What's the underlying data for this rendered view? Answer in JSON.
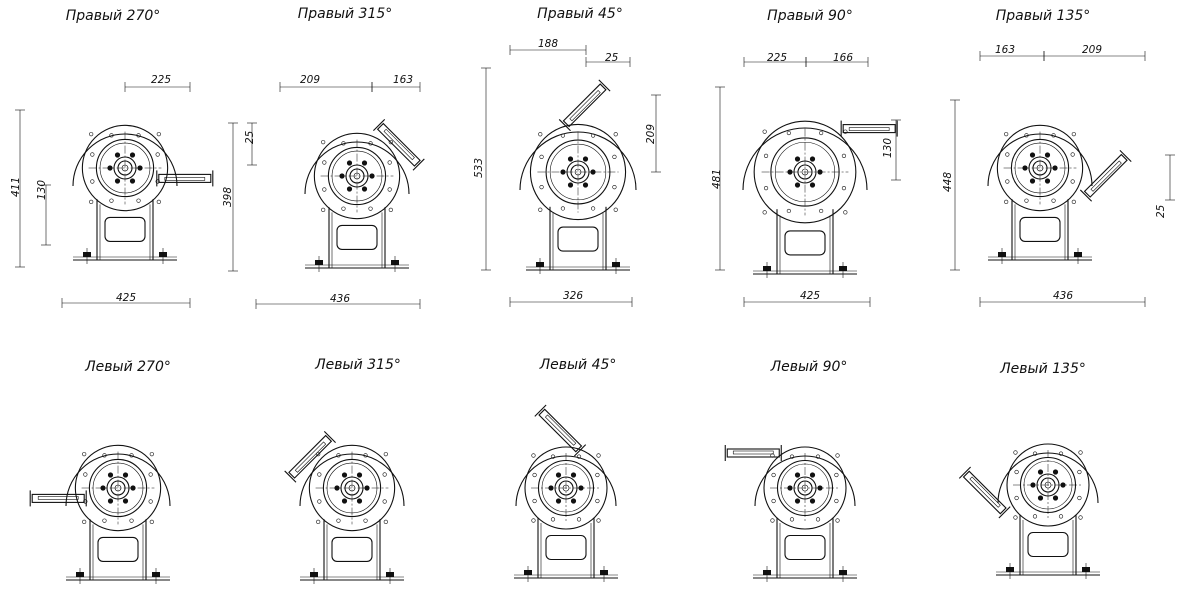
{
  "variants": [
    {
      "label": "Правый 270°",
      "rot": 270,
      "side": "right",
      "dims": {
        "w": "425",
        "a": "225",
        "h": "411",
        "o": "130"
      }
    },
    {
      "label": "Правый 315°",
      "rot": 315,
      "side": "right",
      "dims": {
        "w": "436",
        "a": "209",
        "b": "163",
        "h": "398",
        "o": "25"
      }
    },
    {
      "label": "Правый 45°",
      "rot": 45,
      "side": "right",
      "dims": {
        "w": "326",
        "a": "188",
        "b": "25",
        "h": "533",
        "o": "209"
      }
    },
    {
      "label": "Правый 90°",
      "rot": 90,
      "side": "right",
      "dims": {
        "w": "425",
        "a": "225",
        "b": "166",
        "h": "481",
        "o": "130"
      }
    },
    {
      "label": "Правый 135°",
      "rot": 135,
      "side": "right",
      "dims": {
        "w": "436",
        "a": "163",
        "b": "209",
        "h": "448",
        "o": "25"
      }
    },
    {
      "label": "Левый 270°",
      "rot": 270,
      "side": "left"
    },
    {
      "label": "Левый 315°",
      "rot": 315,
      "side": "left"
    },
    {
      "label": "Левый 45°",
      "rot": 45,
      "side": "left"
    },
    {
      "label": "Левый 90°",
      "rot": 90,
      "side": "left"
    },
    {
      "label": "Левый 135°",
      "rot": 135,
      "side": "left"
    }
  ]
}
